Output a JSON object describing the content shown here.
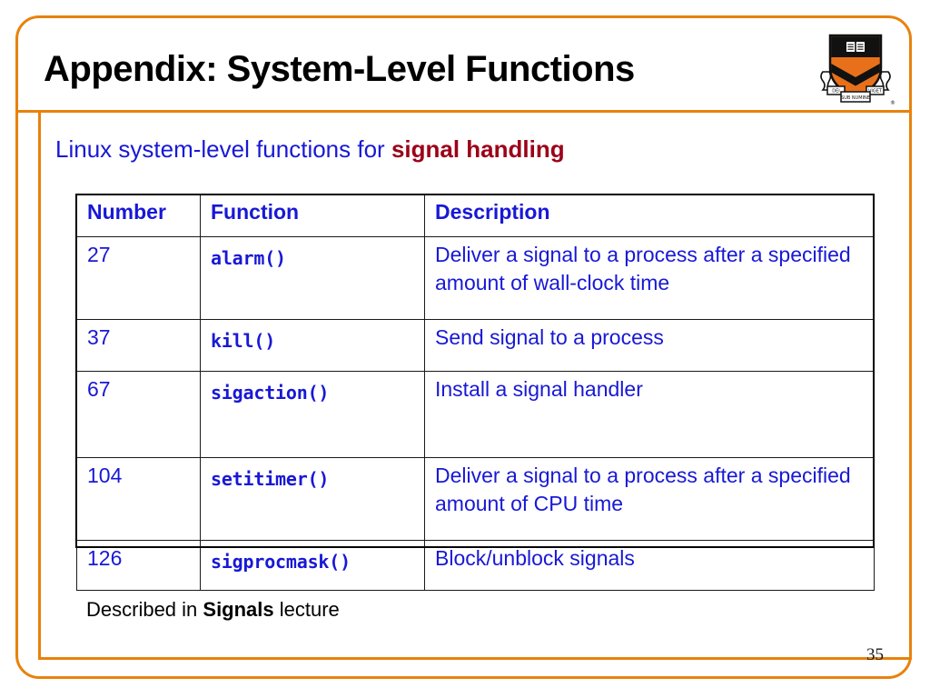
{
  "slide": {
    "title": "Appendix: System-Level Functions",
    "page_number": "35",
    "logo_name": "princeton-shield-logo",
    "accent_color": "#E8820C",
    "text_blue": "#1818D6",
    "text_crimson": "#9C0018"
  },
  "subtitle": {
    "lead": "Linux system-level functions for ",
    "emphasis": "signal handling"
  },
  "table": {
    "headers": [
      "Number",
      "Function",
      "Description"
    ],
    "rows": [
      {
        "number": "27",
        "function": "alarm()",
        "description": "Deliver a signal to a process after a specified amount of wall-clock time"
      },
      {
        "number": "37",
        "function": "kill()",
        "description": "Send signal to a process"
      },
      {
        "number": "67",
        "function": "sigaction()",
        "description": "Install a signal handler"
      },
      {
        "number": "104",
        "function": "setitimer()",
        "description": "Deliver a signal to a process after a specified amount of CPU time"
      },
      {
        "number": "126",
        "function": "sigprocmask()",
        "description": "Block/unblock signals"
      }
    ]
  },
  "footnote": {
    "lead": "Described in ",
    "emphasis": "Signals",
    "trail": " lecture"
  }
}
